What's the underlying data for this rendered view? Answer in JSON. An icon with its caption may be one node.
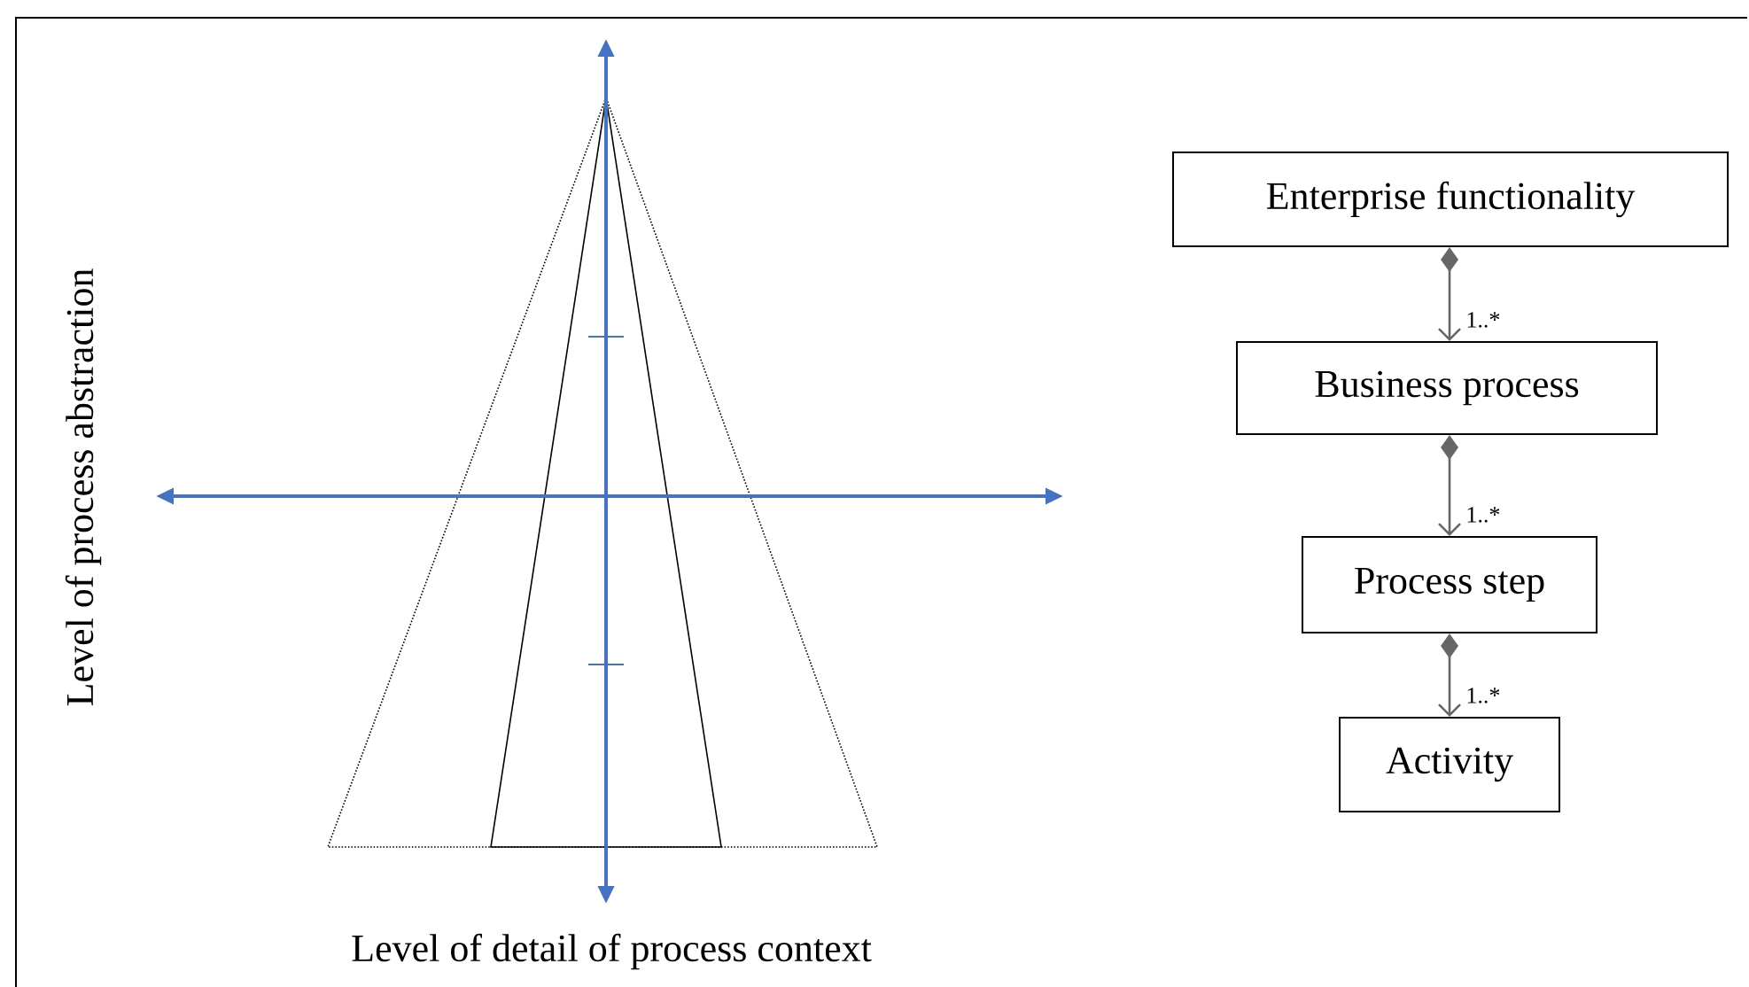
{
  "diagram": {
    "nodes": [
      {
        "text": [
          "Enterprise  functionality"
        ]
      },
      {
        "text": [
          "Business  process"
        ]
      },
      {
        "text": [
          "Process step"
        ]
      },
      {
        "text": [
          "Activity"
        ]
      }
    ],
    "edges": [
      {
        "from": 0,
        "to": 1,
        "arrow": "to",
        "label": "1..*"
      },
      {
        "from": 1,
        "to": 2,
        "arrow": "to",
        "label": "1..*"
      },
      {
        "from": 2,
        "to": 3,
        "arrow": "to",
        "label": "1..*"
      }
    ],
    "labels": [
      "Level of process abstraction",
      "Level of detail of process context"
    ]
  }
}
